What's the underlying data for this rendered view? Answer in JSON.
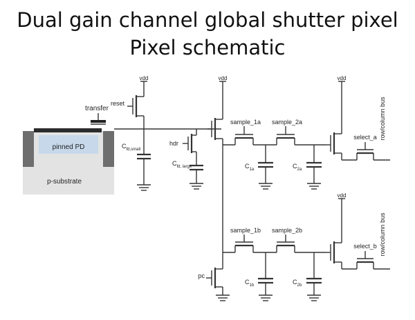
{
  "title": "Dual gain channel global shutter pixel",
  "subtitle": "Pixel schematic",
  "labels": {
    "vdd": "vdd",
    "transfer": "transfer",
    "reset": "reset",
    "pinned_pd": "pinned PD",
    "p_substrate": "p-substrate",
    "cfd_small": "C",
    "cfd_small_sub": "fd,small",
    "hdr": "hdr",
    "cfd_large": "C",
    "cfd_large_sub": "fd, large",
    "sample_1a": "sample_1a",
    "sample_2a": "sample_2a",
    "sample_1b": "sample_1b",
    "sample_2b": "sample_2b",
    "select_a": "select_a",
    "select_b": "select_b",
    "row_column_bus": "row/column bus",
    "c1a": "C",
    "c1a_sub": "1a",
    "c2a": "C",
    "c2a_sub": "2a",
    "c1b": "C",
    "c1b_sub": "1b",
    "c2b": "C",
    "c2b_sub": "2b",
    "pc": "pc"
  },
  "colors": {
    "wire": "#333333",
    "substrate": "#e3e3e3",
    "pinned_pd": "#c6d8ea",
    "isolation": "#6e6e6e",
    "gate": "#222222"
  }
}
